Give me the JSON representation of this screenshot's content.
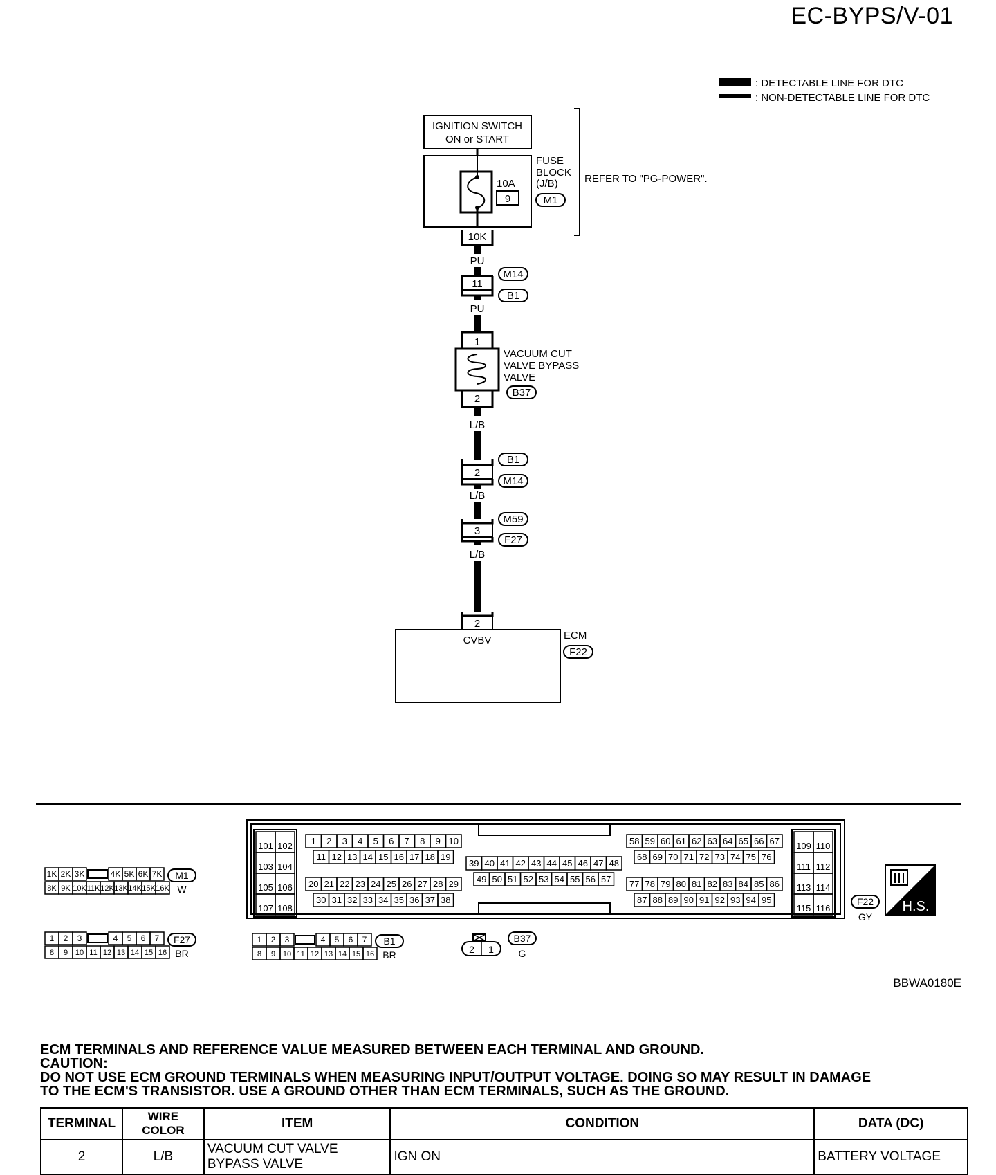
{
  "page_id": "EC-BYPS/V-01",
  "legend": {
    "detectable": ": DETECTABLE LINE FOR DTC",
    "non_detectable": ": NON-DETECTABLE LINE FOR DTC"
  },
  "ignition_switch": {
    "line1": "IGNITION SWITCH",
    "line2": "ON or START"
  },
  "fuse_block": {
    "line1": "FUSE",
    "line2": "BLOCK",
    "line3": "(J/B)",
    "connector": "M1",
    "amperage": "10A",
    "fuse_no": "9",
    "terminal": "10K"
  },
  "refer_note": "REFER TO \"PG-POWER\".",
  "wires": {
    "w1": "PU",
    "w2": "PU",
    "w3": "L/B",
    "w4": "L/B",
    "w5": "L/B"
  },
  "junctions": {
    "j1": {
      "pin": "11",
      "top": "M14",
      "bottom": "B1"
    },
    "j2": {
      "pin": "2",
      "top": "B1",
      "bottom": "M14"
    },
    "j3": {
      "pin": "3",
      "top": "M59",
      "bottom": "F27"
    }
  },
  "valve": {
    "line1": "VACUUM CUT",
    "line2": "VALVE BYPASS",
    "line3": "VALVE",
    "connector": "B37",
    "pin_top": "1",
    "pin_bottom": "2"
  },
  "ecm": {
    "label": "ECM",
    "connector": "F22",
    "pin": "2",
    "signal": "CVBV"
  },
  "connector_views": {
    "m1": {
      "id": "M1",
      "color": "W",
      "row1": [
        "1K",
        "2K",
        "3K",
        "",
        "4K",
        "5K",
        "6K",
        "7K"
      ],
      "row2": [
        "8K",
        "9K",
        "10K",
        "11K",
        "12K",
        "13K",
        "14K",
        "15K",
        "16K"
      ]
    },
    "f27": {
      "id": "F27",
      "color": "BR",
      "row1": [
        "1",
        "2",
        "3",
        "",
        "4",
        "5",
        "6",
        "7"
      ],
      "row2": [
        "8",
        "9",
        "10",
        "11",
        "12",
        "13",
        "14",
        "15",
        "16"
      ]
    },
    "b1": {
      "id": "B1",
      "color": "BR",
      "row1": [
        "1",
        "2",
        "3",
        "",
        "4",
        "5",
        "6",
        "7"
      ],
      "row2": [
        "8",
        "9",
        "10",
        "11",
        "12",
        "13",
        "14",
        "15",
        "16"
      ]
    },
    "b37": {
      "id": "B37",
      "color": "G",
      "pins": [
        "2",
        "1"
      ]
    },
    "f22": {
      "id": "F22",
      "color": "GY",
      "left_block": [
        [
          "101",
          "102"
        ],
        [
          "103",
          "104"
        ],
        [
          "105",
          "106"
        ],
        [
          "107",
          "108"
        ]
      ],
      "g1_r1": [
        "1",
        "2",
        "3",
        "4",
        "5",
        "6",
        "7",
        "8",
        "9",
        "10"
      ],
      "g1_r2": [
        "11",
        "12",
        "13",
        "14",
        "15",
        "16",
        "17",
        "18",
        "19"
      ],
      "g1_r3": [
        "20",
        "21",
        "22",
        "23",
        "24",
        "25",
        "26",
        "27",
        "28",
        "29"
      ],
      "g1_r4": [
        "30",
        "31",
        "32",
        "33",
        "34",
        "35",
        "36",
        "37",
        "38"
      ],
      "g2_r1": [
        "39",
        "40",
        "41",
        "42",
        "43",
        "44",
        "45",
        "46",
        "47",
        "48"
      ],
      "g2_r2": [
        "49",
        "50",
        "51",
        "52",
        "53",
        "54",
        "55",
        "56",
        "57"
      ],
      "g3_r1": [
        "58",
        "59",
        "60",
        "61",
        "62",
        "63",
        "64",
        "65",
        "66",
        "67"
      ],
      "g3_r2": [
        "68",
        "69",
        "70",
        "71",
        "72",
        "73",
        "74",
        "75",
        "76"
      ],
      "g3_r3": [
        "77",
        "78",
        "79",
        "80",
        "81",
        "82",
        "83",
        "84",
        "85",
        "86"
      ],
      "g3_r4": [
        "87",
        "88",
        "89",
        "90",
        "91",
        "92",
        "93",
        "94",
        "95"
      ],
      "right_block": [
        [
          "109",
          "110"
        ],
        [
          "111",
          "112"
        ],
        [
          "113",
          "114"
        ],
        [
          "115",
          "116"
        ]
      ]
    }
  },
  "hs_label": "H.S.",
  "diagram_code": "BBWA0180E",
  "caution": {
    "line1": "ECM TERMINALS AND REFERENCE VALUE MEASURED BETWEEN EACH TERMINAL AND GROUND.",
    "line2": "CAUTION:",
    "line3": "DO NOT USE ECM GROUND TERMINALS WHEN MEASURING INPUT/OUTPUT VOLTAGE. DOING SO MAY RESULT IN DAMAGE",
    "line4": "TO THE ECM'S TRANSISTOR. USE A GROUND OTHER THAN ECM TERMINALS, SUCH AS THE GROUND."
  },
  "table": {
    "headers": [
      "TERMINAL",
      "WIRE COLOR",
      "ITEM",
      "CONDITION",
      "DATA (DC)"
    ],
    "rows": [
      {
        "terminal": "2",
        "wire_color": "L/B",
        "item_line1": "VACUUM CUT VALVE",
        "item_line2": "BYPASS VALVE",
        "condition": "IGN ON",
        "data": "BATTERY VOLTAGE"
      }
    ]
  }
}
